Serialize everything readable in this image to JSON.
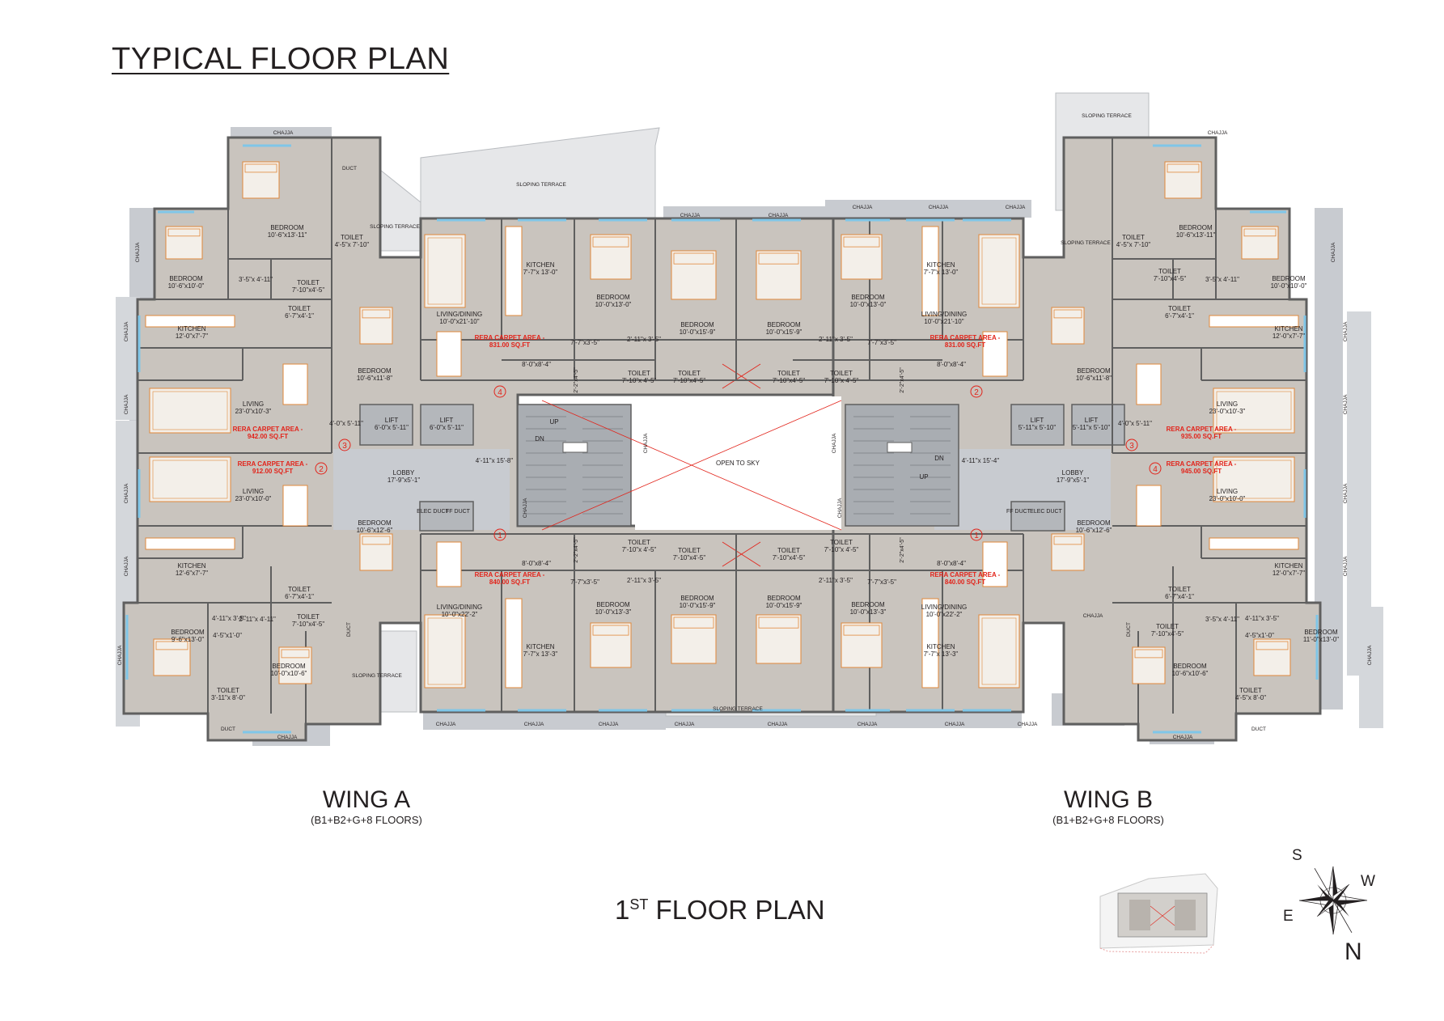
{
  "title": "TYPICAL FLOOR PLAN",
  "floor_plan_label": {
    "number": "1",
    "suffix": "ST",
    "text": "FLOOR PLAN"
  },
  "wing_a": {
    "name": "WING A",
    "floors": "(B1+B2+G+8 FLOORS)"
  },
  "wing_b": {
    "name": "WING B",
    "floors": "(B1+B2+G+8 FLOORS)"
  },
  "compass": {
    "s": "S",
    "w": "W",
    "e": "E",
    "n": "N"
  },
  "colors": {
    "floor": "#c9c4be",
    "wall": "#5f5f5f",
    "chajja": "#c8cbd0",
    "rera": "#e2231a",
    "furniture": "#e0873a",
    "window": "#7fc6e8",
    "void_line": "#e2231a"
  },
  "labels": {
    "chajja": "CHAJJA",
    "sloping_terrace": "SLOPING TERRACE",
    "open_to_sky": "OPEN TO SKY",
    "lobby": "LOBBY",
    "lobby_size": "17'-9\"x5'-1\"",
    "lift": "LIFT",
    "elec_duct": "ELEC DUCT",
    "ff_duct": "FF DUCT",
    "duct": "DUCT",
    "up": "UP",
    "dn": "DN",
    "lobby_a_dim": "4'-11\"x 15'-8\"",
    "lobby_b_dim": "4'-11\"x 15'-4\""
  },
  "rooms": {
    "a_bed_top": {
      "name": "BEDROOM",
      "size": "10'-6\"x13'-11\""
    },
    "a_toilet_top": {
      "name": "TOILET",
      "size": "4'-5\"x 7'-10\""
    },
    "a_bed_tl": {
      "name": "BEDROOM",
      "size": "10'-6\"x10'-0\""
    },
    "a_pass_tl": {
      "size": "3'-5\"x 4'-11\""
    },
    "a_toilet_tl": {
      "name": "TOILET",
      "size": "7'-10\"x4'-5\""
    },
    "a_toilet_tl2": {
      "name": "TOILET",
      "size": "6'-7\"x4'-1\""
    },
    "a_kitchen_3": {
      "name": "KITCHEN",
      "size": "12'-0\"x7'-7\""
    },
    "a_bed_3": {
      "name": "BEDROOM",
      "size": "10'-6\"x11'-8\""
    },
    "a_living_3": {
      "name": "LIVING",
      "size": "23'-0\"x10'-3\""
    },
    "a_pass_3": {
      "size": "4'-0\"x 5'-11\""
    },
    "a_lift1": {
      "name": "LIFT",
      "size": "6'-0\"x 5'-11\""
    },
    "a_lift2": {
      "name": "LIFT",
      "size": "6'-0\"x 5'-11\""
    },
    "a_living_2": {
      "name": "LIVING",
      "size": "23'-0\"x10'-0\""
    },
    "a_bed_2": {
      "name": "BEDROOM",
      "size": "10'-6\"x12'-6\""
    },
    "a_kitchen_2": {
      "name": "KITCHEN",
      "size": "12'-6\"x7'-7\""
    },
    "a_toilet_2": {
      "name": "TOILET",
      "size": "6'-7\"x4'-1\""
    },
    "a_bed_bl": {
      "name": "BEDROOM",
      "size": "9'-6\"x13'-0\""
    },
    "a_pass_bl": {
      "size": "4'-11\"x 3'-5\""
    },
    "a_pass_bl2": {
      "size": "4'-5\"x1'-0\""
    },
    "a_toilet_bl": {
      "name": "TOILET",
      "size": "7'-10\"x4'-5\""
    },
    "a_pass_bl3": {
      "size": "2'-11\"x 4'-11\""
    },
    "a_bed_bot": {
      "name": "BEDROOM",
      "size": "10'-0\"x10'-6\""
    },
    "a_toilet_bot": {
      "name": "TOILET",
      "size": "3'-11\"x 8'-0\""
    },
    "a_living_4": {
      "name": "LIVING/DINING",
      "size": "10'-0\"x21'-10\""
    },
    "a_kitchen_4": {
      "name": "KITCHEN",
      "size": "7'-7\"x 13'-0\""
    },
    "a_bed_4a": {
      "name": "BEDROOM",
      "size": "10'-0\"x13'-0\""
    },
    "a_bed_4b": {
      "name": "BEDROOM",
      "size": "10'-0\"x15'-9\""
    },
    "a_pass_4": {
      "size": "7'-7\"x3'-5\""
    },
    "a_pass_4b": {
      "size": "2'-11\"x 3'-5\""
    },
    "a_foyer_4": {
      "size": "8'-0\"x8'-4\""
    },
    "a_toilet_4a": {
      "name": "TOILET",
      "size": "7'-10\"x 4'-5\""
    },
    "a_toilet_4b": {
      "name": "TOILET",
      "size": "7'-10\"x4'-5\""
    },
    "a_shaft_4": {
      "size": "2'-2\"x4'-5\""
    },
    "a_living_1": {
      "name": "LIVING/DINING",
      "size": "10'-0\"x22'-2\""
    },
    "a_kitchen_1": {
      "name": "KITCHEN",
      "size": "7'-7\"x 13'-3\""
    },
    "a_bed_1a": {
      "name": "BEDROOM",
      "size": "10'-0\"x13'-3\""
    },
    "a_bed_1b": {
      "name": "BEDROOM",
      "size": "10'-0\"x15'-9\""
    },
    "a_pass_1": {
      "size": "7'-7\"x3'-5\""
    },
    "a_pass_1b": {
      "size": "2'-11\"x 3'-5\""
    },
    "a_foyer_1": {
      "size": "8'-0\"x8'-4\""
    },
    "a_toilet_1a": {
      "name": "TOILET",
      "size": "7'-10\"x 4'-5\""
    },
    "a_toilet_1b": {
      "name": "TOILET",
      "size": "7'-10\"x4'-5\""
    },
    "a_shaft_1": {
      "size": "2'-2\"x4'-5\""
    },
    "b_living_2": {
      "name": "LIVING/DINING",
      "size": "10'-0\"x21'-10\""
    },
    "b_kitchen_2": {
      "name": "KITCHEN",
      "size": "7'-7\"x 13'-0\""
    },
    "b_bed_2a": {
      "name": "BEDROOM",
      "size": "10'-0\"x13'-0\""
    },
    "b_bed_2b": {
      "name": "BEDROOM",
      "size": "10'-0\"x15'-9\""
    },
    "b_pass_2": {
      "size": "7'-7\"x3'-5\""
    },
    "b_pass_2b": {
      "size": "2'-11\"x 3'-5\""
    },
    "b_foyer_2": {
      "size": "8'-0\"x8'-4\""
    },
    "b_toilet_2a": {
      "name": "TOILET",
      "size": "7'-10\"x 4'-5\""
    },
    "b_toilet_2b": {
      "name": "TOILET",
      "size": "7'-10\"x4'-5\""
    },
    "b_shaft_2": {
      "size": "2'-2\"x4'-5\""
    },
    "b_living_1": {
      "name": "LIVING/DINING",
      "size": "10'-0\"x22'-2\""
    },
    "b_kitchen_1": {
      "name": "KITCHEN",
      "size": "7'-7\"x 13'-3\""
    },
    "b_bed_1a": {
      "name": "BEDROOM",
      "size": "10'-0\"x13'-3\""
    },
    "b_bed_1b": {
      "name": "BEDROOM",
      "size": "10'-0\"x15'-9\""
    },
    "b_pass_1": {
      "size": "7'-7\"x3'-5\""
    },
    "b_pass_1b": {
      "size": "2'-11\"x 3'-5\""
    },
    "b_foyer_1": {
      "size": "8'-0\"x8'-4\""
    },
    "b_toilet_1a": {
      "name": "TOILET",
      "size": "7'-10\"x 4'-5\""
    },
    "b_toilet_1b": {
      "name": "TOILET",
      "size": "7'-10\"x4'-5\""
    },
    "b_shaft_1": {
      "size": "2'-2\"x4'-5\""
    },
    "b_bed_top": {
      "name": "BEDROOM",
      "size": "10'-6\"x13'-11\""
    },
    "b_toilet_top": {
      "name": "TOILET",
      "size": "4'-5\"x 7'-10\""
    },
    "b_bed_tr": {
      "name": "BEDROOM",
      "size": "10'-0\"x10'-0\""
    },
    "b_pass_tr": {
      "size": "3'-5\"x 4'-11\""
    },
    "b_toilet_tr": {
      "name": "TOILET",
      "size": "7'-10\"x4'-5\""
    },
    "b_toilet_tr2": {
      "name": "TOILET",
      "size": "6'-7\"x4'-1\""
    },
    "b_kitchen_3": {
      "name": "KITCHEN",
      "size": "12'-0\"x7'-7\""
    },
    "b_bed_3": {
      "name": "BEDROOM",
      "size": "10'-6\"x11'-8\""
    },
    "b_living_3": {
      "name": "LIVING",
      "size": "23'-0\"x10'-3\""
    },
    "b_pass_3": {
      "size": "4'-0\"x 5'-11\""
    },
    "b_lift1": {
      "name": "LIFT",
      "size": "5'-11\"x 5'-10\""
    },
    "b_lift2": {
      "name": "LIFT",
      "size": "5'-11\"x 5'-10\""
    },
    "b_living_4": {
      "name": "LIVING",
      "size": "23'-0\"x10'-0\""
    },
    "b_bed_4": {
      "name": "BEDROOM",
      "size": "10'-6\"x12'-6\""
    },
    "b_kitchen_4": {
      "name": "KITCHEN",
      "size": "12'-0\"x7'-7\""
    },
    "b_toilet_4": {
      "name": "TOILET",
      "size": "6'-7\"x4'-1\""
    },
    "b_bed_br": {
      "name": "BEDROOM",
      "size": "11'-0\"x13'-0\""
    },
    "b_pass_br": {
      "size": "4'-11\"x 3'-5\""
    },
    "b_pass_br2": {
      "size": "4'-5\"x1'-0\""
    },
    "b_toilet_br": {
      "name": "TOILET",
      "size": "7'-10\"x4'-5\""
    },
    "b_pass_br3": {
      "size": "3'-5\"x 4'-11\""
    },
    "b_bed_bot": {
      "name": "BEDROOM",
      "size": "10'-6\"x10'-6\""
    },
    "b_toilet_bot": {
      "name": "TOILET",
      "size": "4'-5\"x 8'-0\""
    }
  },
  "rera": {
    "label": "RERA CARPET AREA -",
    "a1": "840.00 SQ.FT",
    "a2": "912.00 SQ.FT",
    "a3": "942.00 SQ.FT",
    "a4": "831.00 SQ.FT",
    "b1": "840.00 SQ.FT",
    "b2": "831.00 SQ.FT",
    "b3": "935.00 SQ.FT",
    "b4": "945.00 SQ.FT"
  },
  "unit_numbers": {
    "a1": "1",
    "a2": "2",
    "a3": "3",
    "a4": "4",
    "b1": "1",
    "b2": "2",
    "b3": "3",
    "b4": "4"
  }
}
